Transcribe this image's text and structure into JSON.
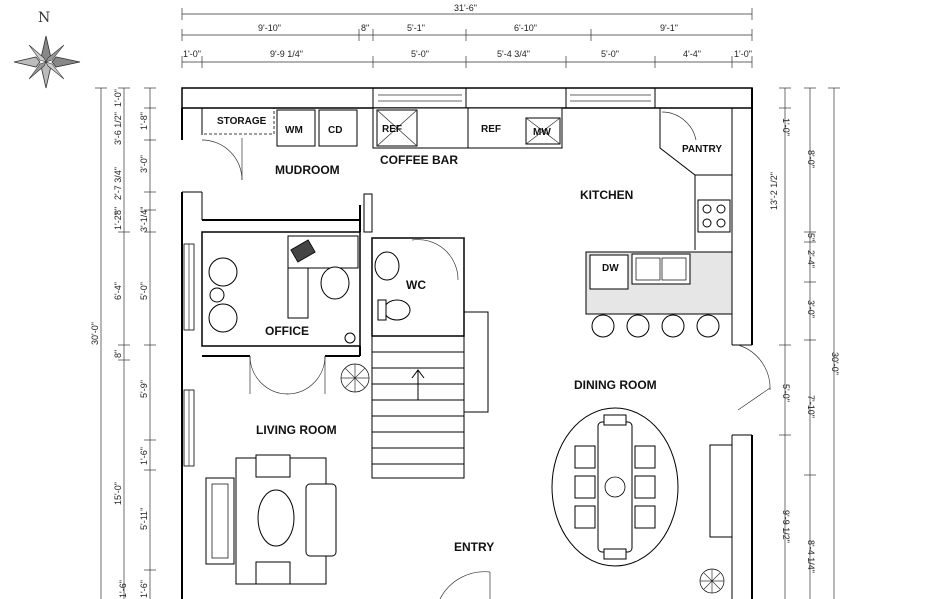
{
  "compass": {
    "north_label": "N"
  },
  "rooms": {
    "storage": "STORAGE",
    "wm": "WM",
    "cd": "CD",
    "ref1": "REF",
    "ref2": "REF",
    "mw": "MW",
    "pantry": "PANTRY",
    "mudroom": "MUDROOM",
    "coffee_bar": "COFFEE BAR",
    "kitchen": "KITCHEN",
    "dw": "DW",
    "wc": "WC",
    "office": "OFFICE",
    "dining_room": "DINING ROOM",
    "living_room": "LIVING ROOM",
    "entry": "ENTRY"
  },
  "dims_top": {
    "overall": "31'-6\"",
    "row2": [
      "9'-10\"",
      "8\"",
      "5'-1\"",
      "6'-10\"",
      "9'-1\""
    ],
    "row3": [
      "1'-0\"",
      "9'-9 1/4\"",
      "5'-0\"",
      "5'-4 3/4\"",
      "5'-0\"",
      "4'-4\"",
      "1'-0\""
    ]
  },
  "dims_left": {
    "overall": "30'-0\"",
    "col_a": [
      "6'-4\"",
      "8\"",
      "15'-0\""
    ],
    "col_b": [
      "1'-0\"",
      "3'-6 1/2\"",
      "2'-7 3/4\"",
      "8\"",
      "1'-2\"",
      "5'-0\"",
      "5'-9\"",
      "5'-11\"",
      "1'-6\""
    ],
    "col_c": [
      "1'-8\"",
      "3'-0\"",
      "3'-1/4\"",
      "1'-6\"",
      "1'-6\""
    ]
  },
  "dims_right": {
    "overall": "30'-0\"",
    "col_a": [
      "1'-0\"",
      "13'-2 1/2\"",
      "5'-0\"",
      "9'-9 1/2\""
    ],
    "col_b": [
      "8'-0\"",
      "5\"",
      "2'-4\"",
      "3'-0\"",
      "7'-10\"",
      "8'-4 1/4\""
    ]
  }
}
